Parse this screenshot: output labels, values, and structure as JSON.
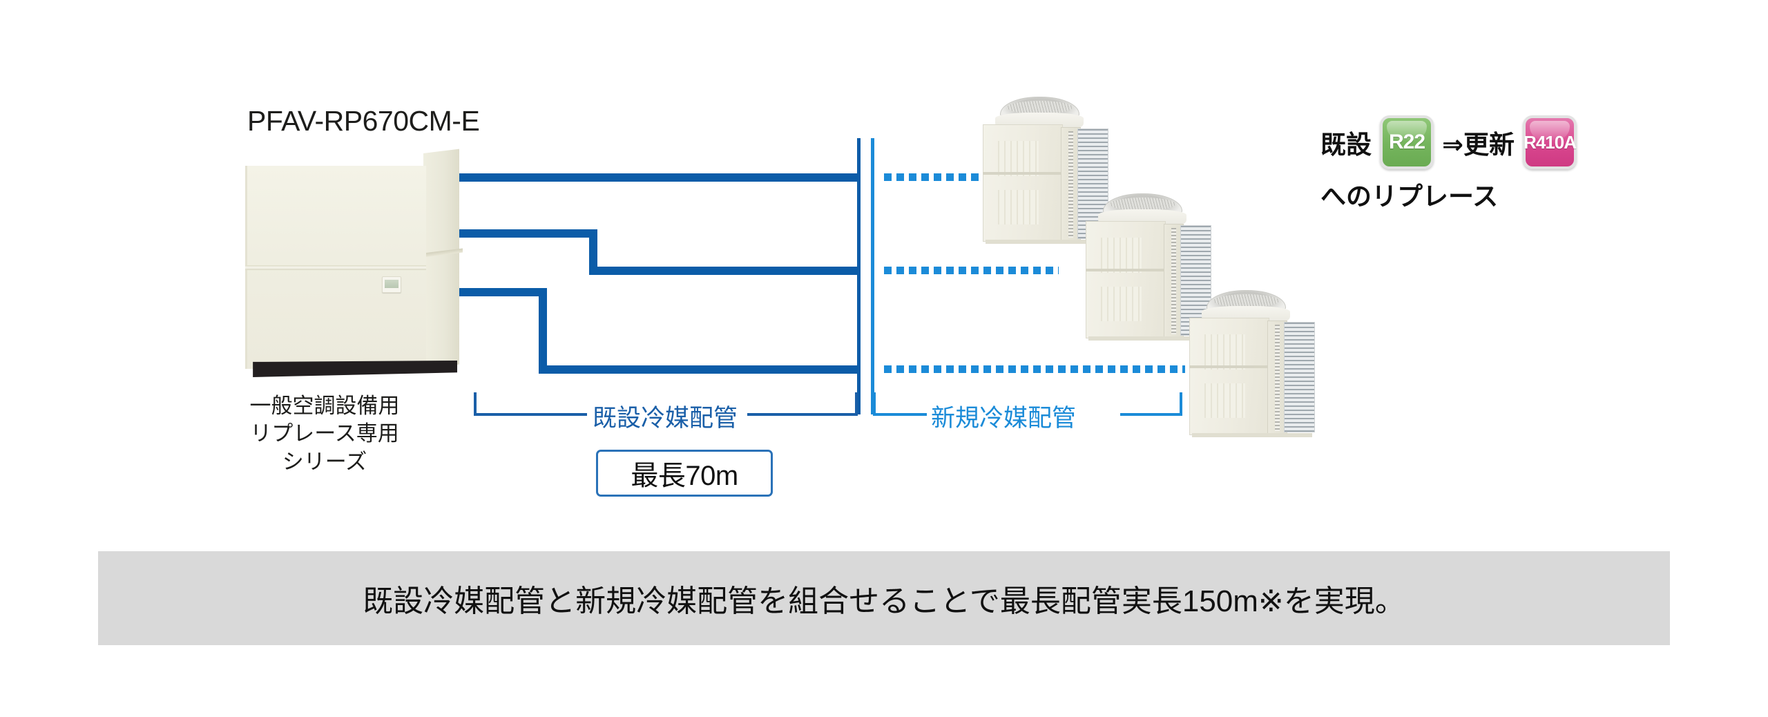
{
  "indoor": {
    "model_name": "PFAV-RP670CM-E",
    "caption_lines": [
      "一般空調設備用",
      "リプレース専用",
      "シリーズ"
    ]
  },
  "pipes": {
    "existing_label": "既設冷媒配管",
    "new_label": "新規冷媒配管",
    "max_length_label": "最長70m",
    "existing_color": "#0b5ca8",
    "new_color": "#1b8bd8"
  },
  "refrigerant": {
    "existing_label": "既設",
    "badge_old": "R22",
    "arrow_label": "⇒更新",
    "badge_new": "R410A",
    "replace_label": "へのリプレース",
    "old_color": "#74b45c",
    "new_color": "#d8468e"
  },
  "caption": {
    "text": "既設冷媒配管と新規冷媒配管を組合せることで最長配管実長150m※を実現。",
    "background": "#d9d9d9"
  }
}
